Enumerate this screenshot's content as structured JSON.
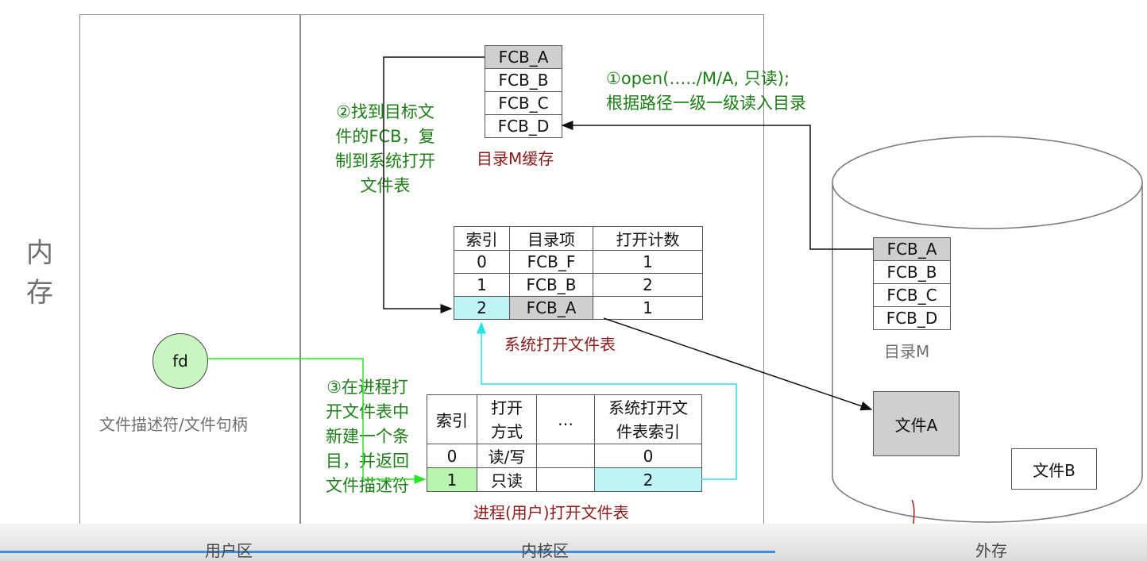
{
  "memory_label": [
    "内",
    "存"
  ],
  "regions": {
    "user": "用户区",
    "kernel": "内核区",
    "external": "外存"
  },
  "fd": {
    "label": "fd",
    "caption": "文件描述符/文件句柄"
  },
  "dir_cache": {
    "items": [
      "FCB_A",
      "FCB_B",
      "FCB_C",
      "FCB_D"
    ],
    "caption": "目录M缓存"
  },
  "disk_dir": {
    "items": [
      "FCB_A",
      "FCB_B",
      "FCB_C",
      "FCB_D"
    ],
    "caption": "目录M"
  },
  "files": {
    "a": "文件A",
    "b": "文件B"
  },
  "notes": {
    "step1": [
      "①open(…../M/A, 只读);",
      "根据路径一级一级读入目录"
    ],
    "step2": [
      "②找到目标文",
      "件的FCB，复",
      "制到系统打开",
      "文件表"
    ],
    "step3": [
      "③在进程打",
      "开文件表中",
      "新建一个条",
      "目，并返回",
      "文件描述符"
    ]
  },
  "system_table": {
    "headers": [
      "索引",
      "目录项",
      "打开计数"
    ],
    "rows": [
      [
        "0",
        "FCB_F",
        "1"
      ],
      [
        "1",
        "FCB_B",
        "2"
      ],
      [
        "2",
        "FCB_A",
        "1"
      ]
    ],
    "caption": "系统打开文件表"
  },
  "process_table": {
    "headers": [
      "索引",
      "打开\n方式",
      "…",
      "系统打开文\n件表索引"
    ],
    "rows": [
      [
        "0",
        "读/写",
        "",
        "0"
      ],
      [
        "1",
        "只读",
        "",
        "2"
      ]
    ],
    "caption": "进程(用户)打开文件表"
  },
  "colors": {
    "green_note": "#1d7d17",
    "red_caption": "#8b1a1a",
    "highlight_gray": "#cfcfcf",
    "highlight_cyan": "#bff3f6",
    "highlight_green": "#b8f5b0",
    "fd_fill": "#c9f5c0",
    "arrow_green": "#27e627",
    "arrow_cyan": "#24e3e3"
  }
}
